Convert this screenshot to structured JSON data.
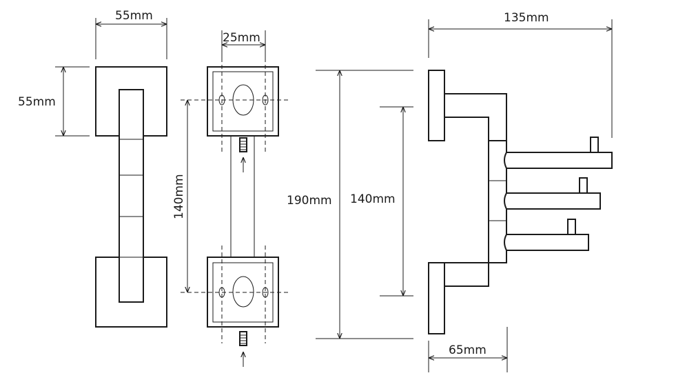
{
  "dimensions": {
    "front_width": "55mm",
    "front_height": "55mm",
    "plate_hole_spacing": "25mm",
    "plate_spacing_vertical": "140mm",
    "side_total_height": "190mm",
    "side_hook_spacing": "140mm",
    "side_depth": "135mm",
    "side_base_depth": "65mm"
  }
}
